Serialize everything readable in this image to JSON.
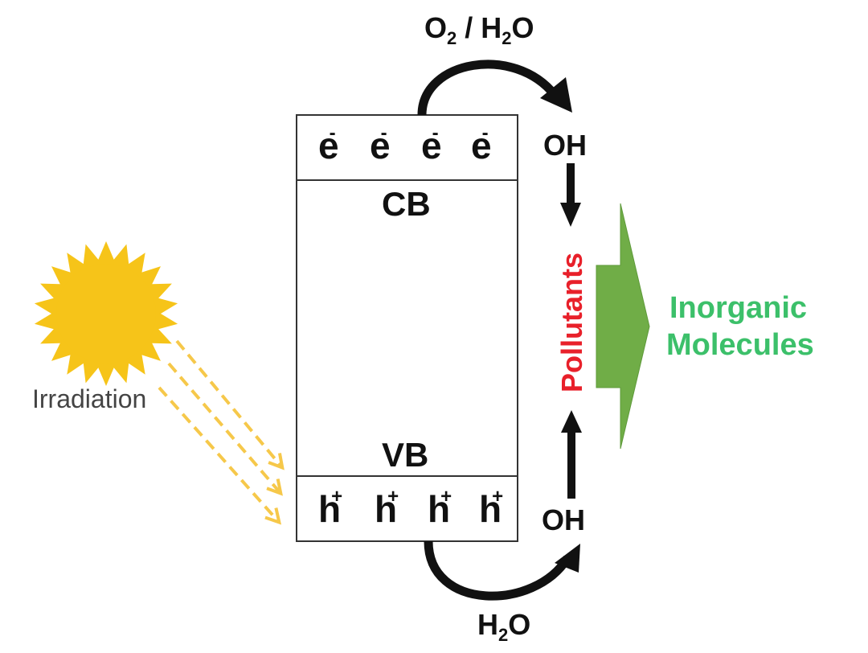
{
  "top_reactant": {
    "part1": "O",
    "sub1": "2",
    "part2": " / H",
    "sub2": "2",
    "part3": "O"
  },
  "bottom_reactant": {
    "part1": "H",
    "sub1": "2",
    "part2": "O"
  },
  "oh_top": "OH",
  "oh_bottom": "OH",
  "cb_label": "CB",
  "vb_label": "VB",
  "electron": {
    "symbol": "e",
    "charge": "-"
  },
  "hole": {
    "symbol": "h",
    "charge": "+"
  },
  "pollutants": "Pollutants",
  "product_line1": "Inorganic",
  "product_line2": "Molecules",
  "irradiation": "Irradiation",
  "colors": {
    "sun": "#F6C419",
    "pollutants": "#E8202A",
    "product": "#3CC06A",
    "arrow_green": "#70AD47",
    "beam": "#F6C84A"
  },
  "icons": [
    "sun-icon",
    "irradiation-beams",
    "big-green-arrow"
  ]
}
